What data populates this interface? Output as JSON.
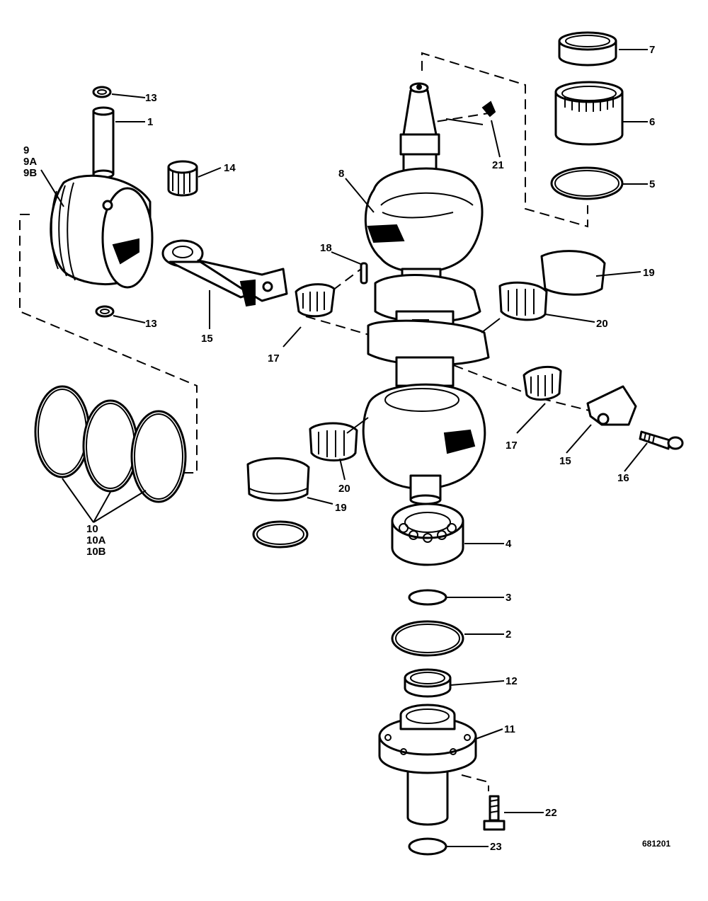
{
  "labels": {
    "p1": "1",
    "p2": "2",
    "p3": "3",
    "p4": "4",
    "p5": "5",
    "p6": "6",
    "p7": "7",
    "p8": "8",
    "p9a": "9",
    "p9b": "9A",
    "p9c": "9B",
    "p10a": "10",
    "p10b": "10A",
    "p10c": "10B",
    "p11": "11",
    "p12": "12",
    "p13a": "13",
    "p13b": "13",
    "p14": "14",
    "p15a": "15",
    "p15b": "15",
    "p16": "16",
    "p17a": "17",
    "p17b": "17",
    "p18": "18",
    "p19a": "19",
    "p19b": "19",
    "p20a": "20",
    "p20b": "20",
    "p21": "21",
    "p22": "22",
    "p23": "23"
  },
  "figure_code": "681201"
}
